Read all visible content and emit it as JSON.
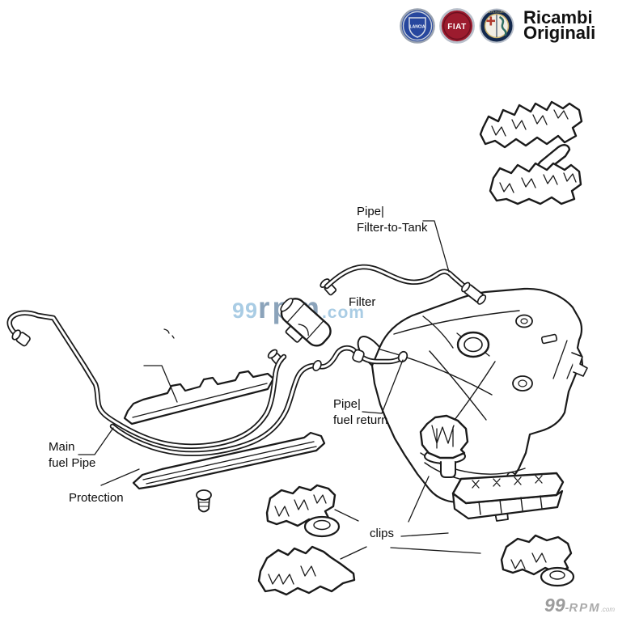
{
  "page": {
    "background": "#ffffff",
    "ink": "#1a1a1a"
  },
  "header": {
    "title_line1": "Ricambi",
    "title_line2": "Originali",
    "logos": [
      {
        "name": "lancia",
        "text": "LANCIA",
        "color": "#27479e",
        "ring": "#b9c0cb"
      },
      {
        "name": "fiat",
        "text": "FIAT",
        "color": "#9c1b2e",
        "ring": "#b9c0cb"
      },
      {
        "name": "alfa-romeo",
        "text": "ALFA ROMEO",
        "color": "#13294d",
        "ring": "#c9b26b",
        "cross_color": "#b03a2e",
        "serpent_color": "#2e6e63"
      }
    ]
  },
  "labels": {
    "filter_to_tank_1": "Pipe|",
    "filter_to_tank_2": "Filter-to-Tank",
    "filter": "Filter",
    "fuel_return_1": "Pipe|",
    "fuel_return_2": "fuel return",
    "main_fuel_pipe_1": "Main",
    "main_fuel_pipe_2": "fuel Pipe",
    "protection": "Protection",
    "clips": "clips"
  },
  "watermarks": {
    "center_99": "99",
    "center_rpm": "rpm",
    "center_com": ".com",
    "center_99_color": "#a9cce4",
    "center_rpm_color": "#8ba3ba",
    "center_com_color": "#a9cce4",
    "corner_99": "99",
    "corner_dash": "-",
    "corner_rpm": "RPM",
    "corner_com": ".com",
    "corner_color": "#9c9c9c"
  }
}
